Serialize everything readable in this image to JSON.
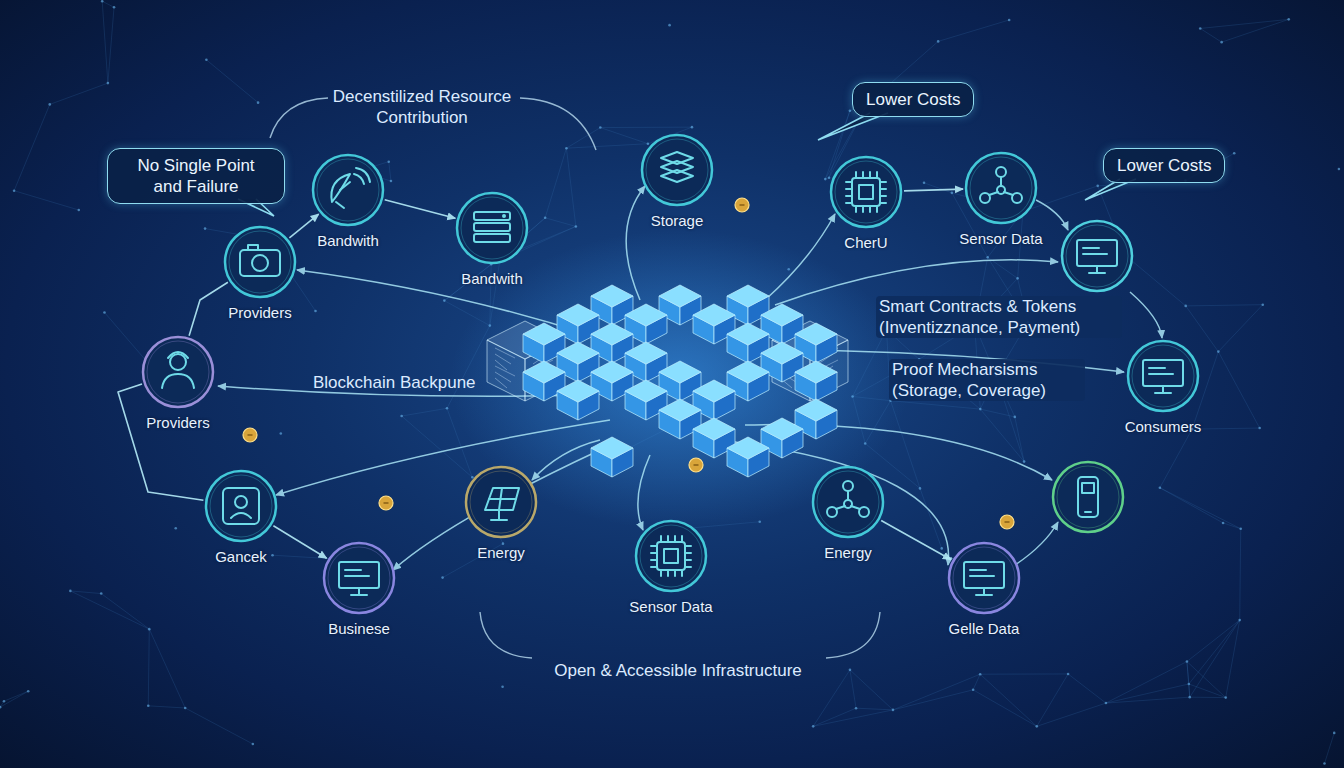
{
  "diagram": {
    "nodes": [
      {
        "text": [
          "No Single Point and Failure"
        ]
      },
      {
        "text": [
          "Bandwith"
        ]
      },
      {
        "text": [
          "Bandwith"
        ]
      },
      {
        "text": [
          "Storage"
        ]
      },
      {
        "text": [
          "Lower Costs"
        ]
      },
      {
        "text": [
          "CherU"
        ]
      },
      {
        "text": [
          "Sensor Data"
        ]
      },
      {
        "text": [
          "Lower Costs"
        ]
      },
      {
        "text": [
          "Providers"
        ]
      },
      {
        "text": [
          "Providers"
        ]
      },
      {
        "text": [
          "Consumers"
        ]
      },
      {
        "text": [
          "Gancek"
        ]
      },
      {
        "text": [
          "Businese"
        ]
      },
      {
        "text": [
          "Energy"
        ]
      },
      {
        "text": [
          "Sensor Data"
        ]
      },
      {
        "text": [
          "Energy"
        ]
      },
      {
        "text": [
          "Gelle Data"
        ]
      }
    ],
    "edges": [
      {
        "from": 1,
        "to": 2,
        "arrow": "to"
      },
      {
        "from": 5,
        "to": 6,
        "arrow": "to"
      },
      {
        "from": 8,
        "to": 1,
        "arrow": "to"
      },
      {
        "from": 9,
        "to": 8,
        "arrow": "none"
      },
      {
        "from": 9,
        "to": 11,
        "arrow": "none"
      },
      {
        "from": 11,
        "to": 12,
        "arrow": "to"
      },
      {
        "from": 15,
        "to": 16,
        "arrow": "to"
      }
    ],
    "labels": [
      "Decenstilized Resource Contribution",
      "Smart Contracts & Tokens (Inventizznance, Payment)",
      "Proof Mecharsisms (Storage, Coverage)",
      "Blockchain Backpune",
      "Open & Accessible Infrastructure"
    ]
  }
}
